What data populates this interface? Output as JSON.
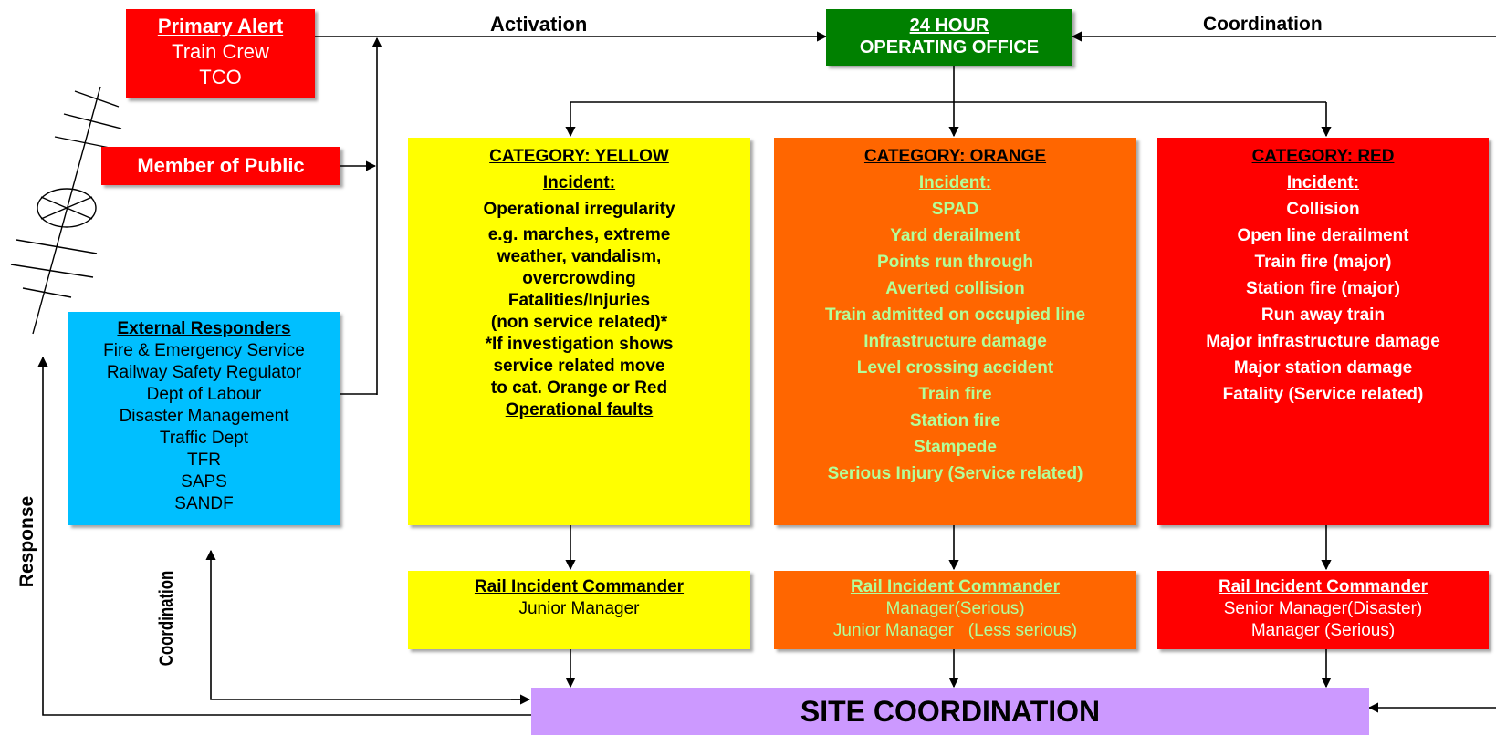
{
  "colors": {
    "red": "#ff0000",
    "green": "#008000",
    "cyan": "#00bfff",
    "yellow": "#ffff00",
    "orange": "#ff6600",
    "light_green_text": "#b3ff99",
    "purple": "#cc99ff"
  },
  "labels": {
    "activation": "Activation",
    "coordination_top": "Coordination",
    "response": "Response",
    "coordination_left": "Coordination"
  },
  "primary_alert": {
    "title": "Primary Alert",
    "lines": [
      "Train Crew",
      "TCO"
    ]
  },
  "member_public": {
    "title": "Member of Public"
  },
  "external": {
    "title": "External Responders",
    "items": [
      "Fire & Emergency Service",
      "Railway Safety Regulator",
      "Dept of Labour",
      "Disaster Management",
      "Traffic Dept",
      "TFR",
      "SAPS",
      "SANDF"
    ]
  },
  "office": {
    "title": "24 HOUR",
    "subtitle": "OPERATING OFFICE"
  },
  "yellow": {
    "title": "CATEGORY: YELLOW",
    "incident": "Incident:",
    "items": [
      "Operational irregularity",
      "e.g. marches, extreme",
      "weather, vandalism,",
      "overcrowding",
      "Fatalities/Injuries",
      "(non service related)*",
      "*If investigation shows",
      "service related move",
      "to cat. Orange or Red"
    ],
    "footer": "Operational faults"
  },
  "orange": {
    "title": "CATEGORY: ORANGE",
    "incident": "Incident:",
    "items": [
      "SPAD",
      "Yard derailment",
      "Points run through",
      "Averted collision",
      "Train admitted on occupied line",
      "Infrastructure damage",
      "Level crossing accident",
      "Train fire",
      "Station fire",
      "Stampede",
      "Serious Injury (Service related)"
    ]
  },
  "red": {
    "title": "CATEGORY: RED",
    "incident": "Incident:",
    "items": [
      "Collision",
      "Open line derailment",
      "Train fire (major)",
      "Station fire (major)",
      "Run away train",
      "Major infrastructure damage",
      "Major station damage",
      "Fatality (Service related)"
    ]
  },
  "commanders": {
    "yellow": {
      "title": "Rail Incident Commander",
      "lines": [
        "Junior Manager"
      ]
    },
    "orange": {
      "title": "Rail Incident Commander",
      "lines": [
        "Manager(Serious)",
        "Junior Manager   (Less serious)"
      ]
    },
    "red": {
      "title": "Rail Incident Commander",
      "lines": [
        "Senior Manager(Disaster)",
        "Manager (Serious)"
      ]
    }
  },
  "site": {
    "title": "SITE COORDINATION"
  }
}
